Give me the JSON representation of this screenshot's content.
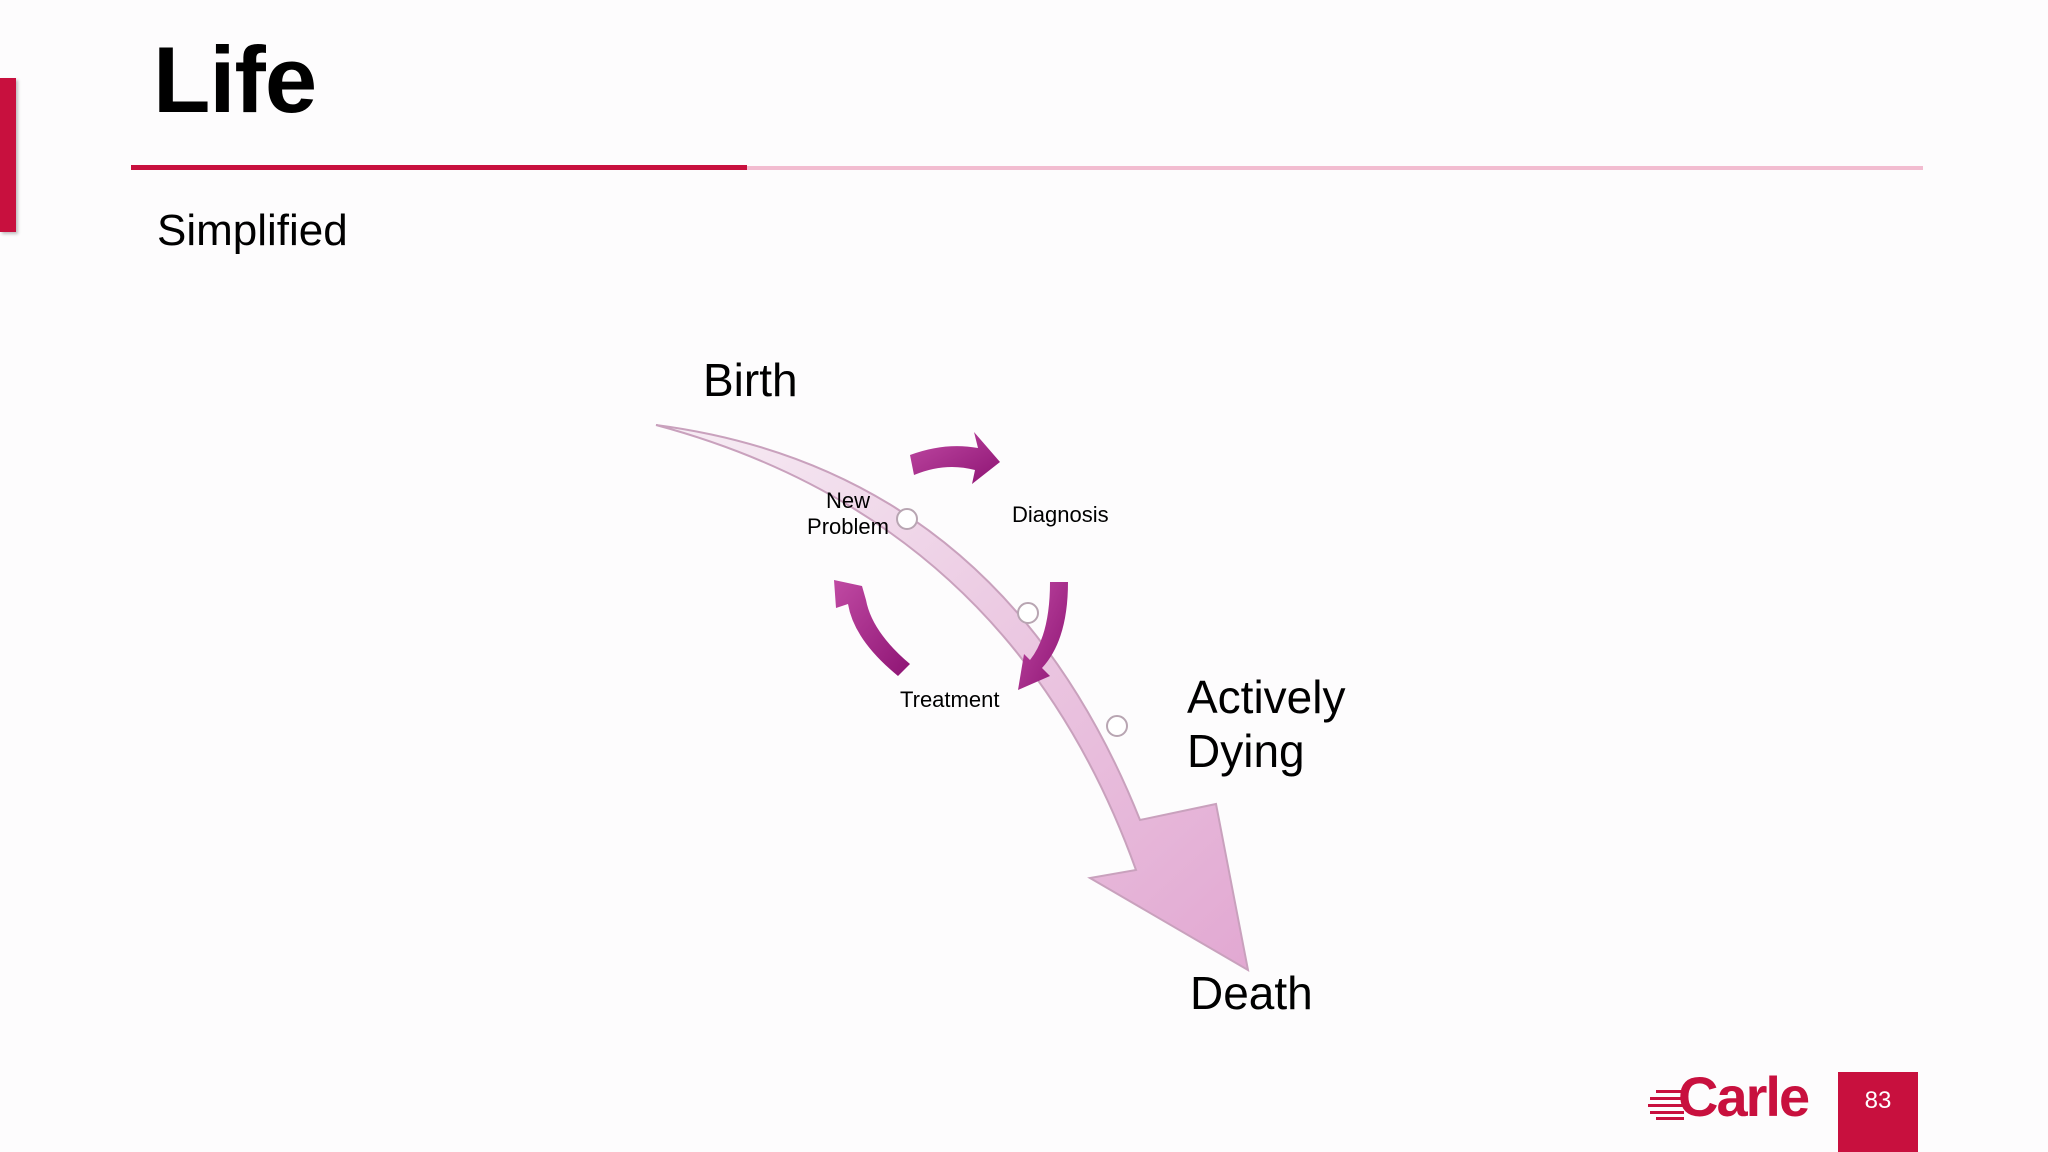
{
  "slide": {
    "title": "Life",
    "subtitle": "Simplified",
    "page_number": "83"
  },
  "diagram": {
    "labels": {
      "birth": "Birth",
      "actively_dying": "Actively\nDying",
      "death": "Death",
      "new_problem": "New\nProblem",
      "diagnosis": "Diagnosis",
      "treatment": "Treatment"
    },
    "colors": {
      "main_arrow_fill": "#e6b3d9",
      "cycle_arrow": "#a51c87"
    }
  },
  "brand": {
    "logo_text": "Carle",
    "accent_color": "#c8103e"
  }
}
